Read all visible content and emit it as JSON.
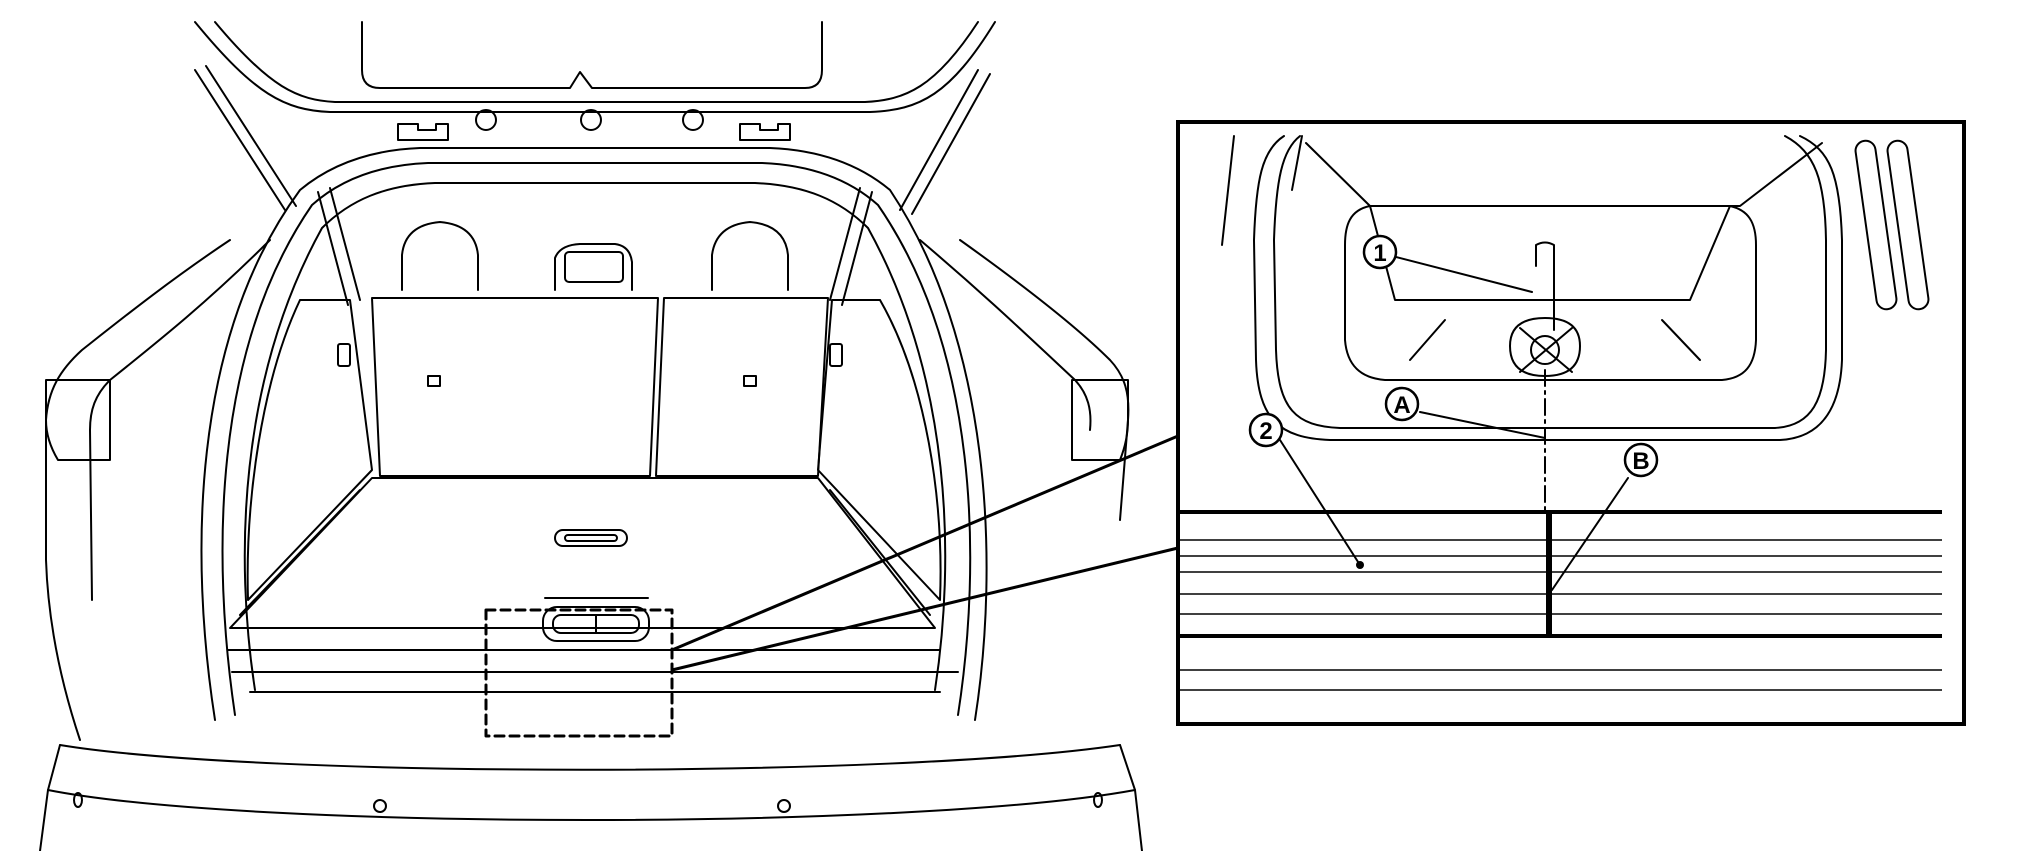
{
  "figure": {
    "callouts": {
      "c1": "1",
      "c2": "2",
      "cA": "A",
      "cB": "B"
    }
  },
  "colors": {
    "line": "#000000",
    "background": "#ffffff"
  }
}
